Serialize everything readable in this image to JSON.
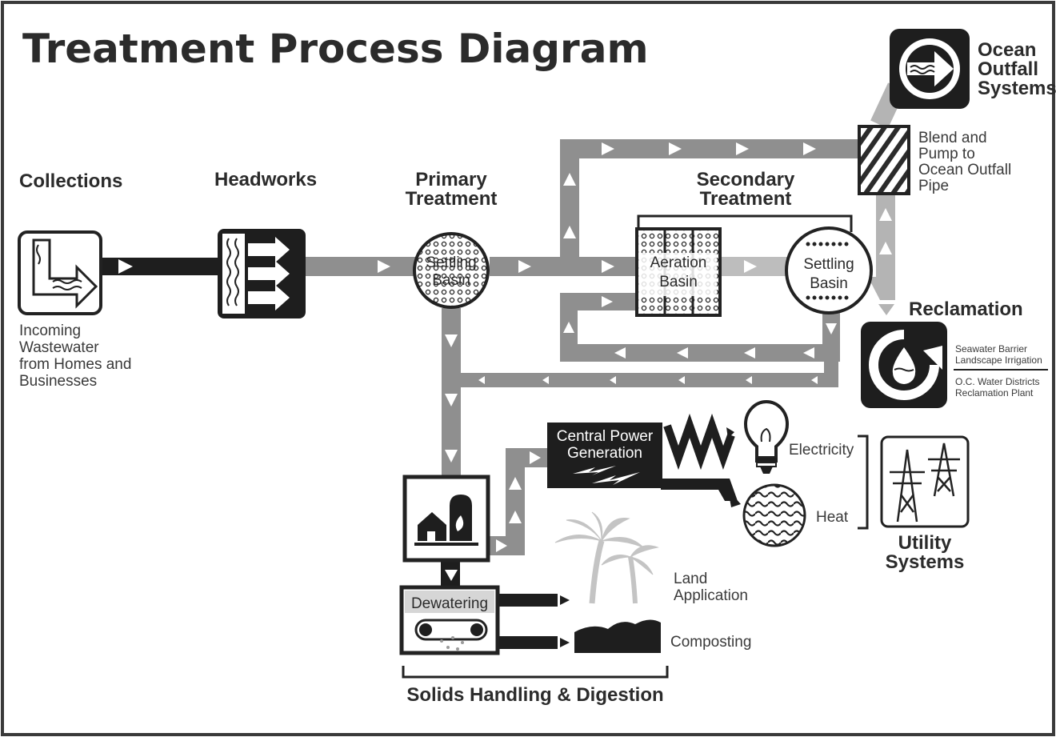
{
  "title": "Treatment Process Diagram",
  "stages": {
    "collections": "Collections",
    "headworks": "Headworks",
    "primary_line1": "Primary",
    "primary_line2": "Treatment",
    "secondary_line1": "Secondary",
    "secondary_line2": "Treatment"
  },
  "incoming": [
    "Incoming",
    "Wastewater",
    "from Homes and",
    "Businesses"
  ],
  "basins": {
    "primary_settling_1": "Settling",
    "primary_settling_2": "Basin",
    "aeration_1": "Aeration",
    "aeration_2": "Basin",
    "secondary_settling_1": "Settling",
    "secondary_settling_2": "Basin"
  },
  "blend": [
    "Blend and",
    "Pump to",
    "Ocean Outfall",
    "Pipe"
  ],
  "ocean": [
    "Ocean",
    "Outfall",
    "Systems"
  ],
  "reclamation": {
    "title": "Reclamation",
    "line1": "Seawater Barrier",
    "line2": "Landscape Irrigation",
    "line3": "O.C. Water Districts",
    "line4": "Reclamation Plant"
  },
  "power": {
    "line1": "Central Power",
    "line2": "Generation",
    "electricity": "Electricity",
    "heat": "Heat"
  },
  "utility": [
    "Utility",
    "Systems"
  ],
  "dewatering": "Dewatering",
  "land": [
    "Land",
    "Application"
  ],
  "composting": "Composting",
  "solids": "Solids Handling & Digestion"
}
